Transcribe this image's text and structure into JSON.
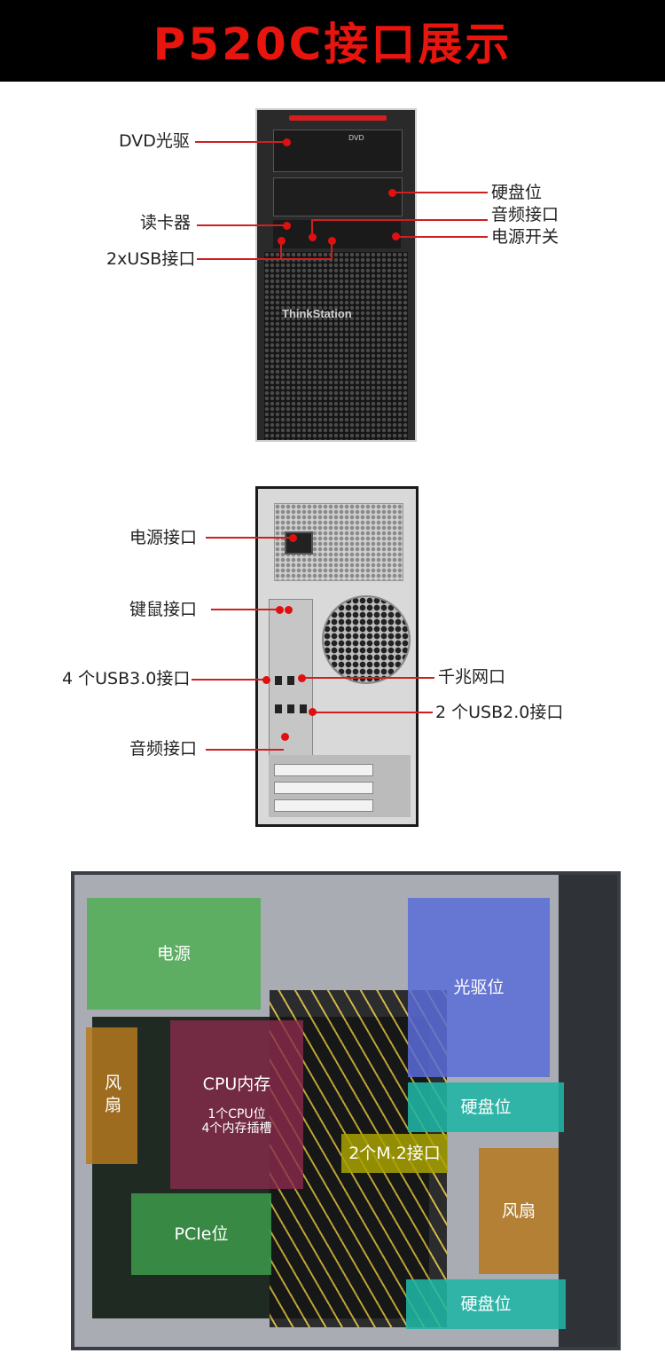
{
  "title": "P520C接口展示",
  "front": {
    "brand": "ThinkStation",
    "dvd_mark": "DVD",
    "labels": {
      "dvd": "DVD光驱",
      "card_reader": "读卡器",
      "usb": "2xUSB接口",
      "hdd": "硬盘位",
      "audio": "音频接口",
      "power_button": "电源开关"
    }
  },
  "back": {
    "labels": {
      "power_port": "电源接口",
      "ps2": "键鼠接口",
      "usb30": "4 个USB3.0接口",
      "audio": "音频接口",
      "lan": "千兆网口",
      "usb20": "2 个USB2.0接口"
    }
  },
  "inside": {
    "labels": {
      "psu": "电源",
      "fan_left": "风扇",
      "cpu_mem": "CPU内存",
      "cpu_detail_1": "1个CPU位",
      "cpu_detail_2": "4个内存插槽",
      "pcie": "PCIe位",
      "m2": "2个M.2接口",
      "odd": "光驱位",
      "hdd_top": "硬盘位",
      "fan_right": "风扇",
      "hdd_bottom": "硬盘位"
    },
    "colors": {
      "psu": "#4caf50",
      "fan": "#b5781f",
      "cpu": "#8c2a4d",
      "pcie": "#3d9a4a",
      "m2": "#a8a200",
      "odd": "#5a6cd8",
      "hdd": "#1fb5a5"
    }
  }
}
